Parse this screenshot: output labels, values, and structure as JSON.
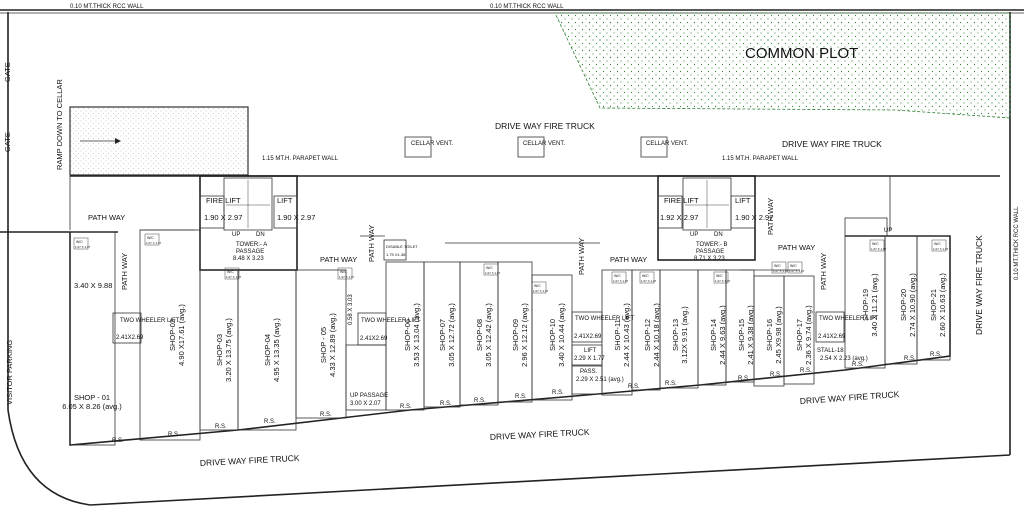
{
  "walls": {
    "north_left": "0.10 MT.THICK RCC WALL",
    "north_right": "0.10 MT.THICK RCC WALL",
    "east": "0.10 MT.THICK RCC WALL"
  },
  "common_plot": "COMMON PLOT",
  "gates": [
    "GATE",
    "GATE"
  ],
  "ramp": "RAMP DOWN TO CELLAR",
  "parapet": [
    "1.15 MT.H. PARAPET WALL",
    "1.15 MT.H. PARAPET WALL"
  ],
  "cellar_vent": [
    "CELLAR VENT.",
    "CELLAR VENT.",
    "CELLAR VENT."
  ],
  "driveway": {
    "top_center": "DRIVE WAY FIRE TRUCK",
    "top_right": "DRIVE WAY FIRE TRUCK",
    "bottom_left": "DRIVE WAY FIRE TRUCK",
    "bottom_mid": "DRIVE WAY FIRE TRUCK",
    "bottom_right": "DRIVE WAY FIRE TRUCK",
    "east": "DRIVE WAY FIRE TRUCK"
  },
  "visitor_parking": "VISITOR PARKING",
  "pathways": [
    "PATH WAY",
    "PATH WAY",
    "PATH WAY",
    "PATH WAY",
    "PATH WAY",
    "PATH WAY",
    "PATH WAY",
    "PATH WAY",
    "PATH WAY"
  ],
  "fire_lifts": [
    {
      "name": "FIRE LIFT",
      "size": "1.90 X 2.97"
    },
    {
      "name": "FIRE LIFT",
      "size": "1.92 X 2.97"
    }
  ],
  "lifts": [
    {
      "name": "LIFT",
      "size": "1.90 X 2.97"
    },
    {
      "name": "LIFT",
      "size": "1.90 X 2.97"
    }
  ],
  "stair_labels": {
    "up": "UP",
    "dn": "DN"
  },
  "towers": [
    {
      "name": "TOWER:- A",
      "sub": "PASSAGE",
      "size": "8.48 X 3.23"
    },
    {
      "name": "TOWER:- B",
      "sub": "PASSAGE",
      "size": "8.71 X 3.23"
    }
  ],
  "shops": [
    {
      "name": "SHOP - 01",
      "size": "6.05 X 8.26 (avg.)"
    },
    {
      "name": "SHOP-02",
      "size": "4.90 X17.61 (avg.)"
    },
    {
      "name": "SHOP-03",
      "size": "3.20 X 13.75 (avg.)"
    },
    {
      "name": "SHOP-04",
      "size": "4.95 X 13.35 (avg.)"
    },
    {
      "name": "SHOP - 05",
      "size": "4.33 X 12.89 (avg.)"
    },
    {
      "name": "SHOP-06",
      "size": "3.53 X 13.04 (avg.)"
    },
    {
      "name": "SHOP-07",
      "size": "3.05 X 12.72 (avg.)"
    },
    {
      "name": "SHOP-08",
      "size": "3.05 X 12.42 (avg.)"
    },
    {
      "name": "SHOP-09",
      "size": "2.96 X 12.12 (avg.)"
    },
    {
      "name": "SHOP-10",
      "size": "3.40 X 10.44 (avg.)"
    },
    {
      "name": "SHOP-11",
      "size": "2.44 X 10.43 (avg.)"
    },
    {
      "name": "SHOP-12",
      "size": "2.44 X 10.18 (avg.)"
    },
    {
      "name": "SHOP-13",
      "size": "3.12X 9.91 (avg.)"
    },
    {
      "name": "SHOP-14",
      "size": "2.44 X 9.63 (avg.)"
    },
    {
      "name": "SHOP-15",
      "size": "2.41 X 9.38 (avg.)"
    },
    {
      "name": "SHOP-16",
      "size": "2.45 X9.98 (avg.)"
    },
    {
      "name": "SHOP-17",
      "size": "2.36 X 9.74 (avg.)"
    },
    {
      "name": "SHOP-19",
      "size": "3.40 X 11.21 (avg.)"
    },
    {
      "name": "SHOP-20",
      "size": "2.74 X 10.90 (avg.)"
    },
    {
      "name": "SHOP-21",
      "size": "2.60 X 10.63 (avg.)"
    }
  ],
  "misc": {
    "corner_room": "3.40 X 9.88",
    "small_room": "0.58 X 3.03",
    "stall": {
      "name": "STALL-18",
      "size": "2.54 X 2.23 (avg.)"
    },
    "pass": {
      "name": "PASS.",
      "size": "2.29 X 2.51 (avg.)"
    },
    "lift_small": {
      "name": "LIFT",
      "size": "2.29 X 1.77"
    },
    "up_passage": {
      "name": "UP PASSAGE",
      "size": "3.00 X 2.07"
    },
    "toilet": {
      "name": "DISABLE TOILET",
      "size": "1.75 X1.36"
    },
    "two_wheeler_lifts": [
      {
        "name": "TWO WHEELER LIFT",
        "size": "2.41X2.69"
      },
      {
        "name": "TWO WHEELER LIFT",
        "size": "2.41X2.69"
      },
      {
        "name": "TWO WHEELER LIFT",
        "size": "2.41X2.69"
      },
      {
        "name": "TWO WHEELER LIFT",
        "size": "2.41X2.69"
      }
    ],
    "rs": "R.S.",
    "wc": "W/C",
    "wc_size": "1.07 X 1.07",
    "up": "UP"
  }
}
